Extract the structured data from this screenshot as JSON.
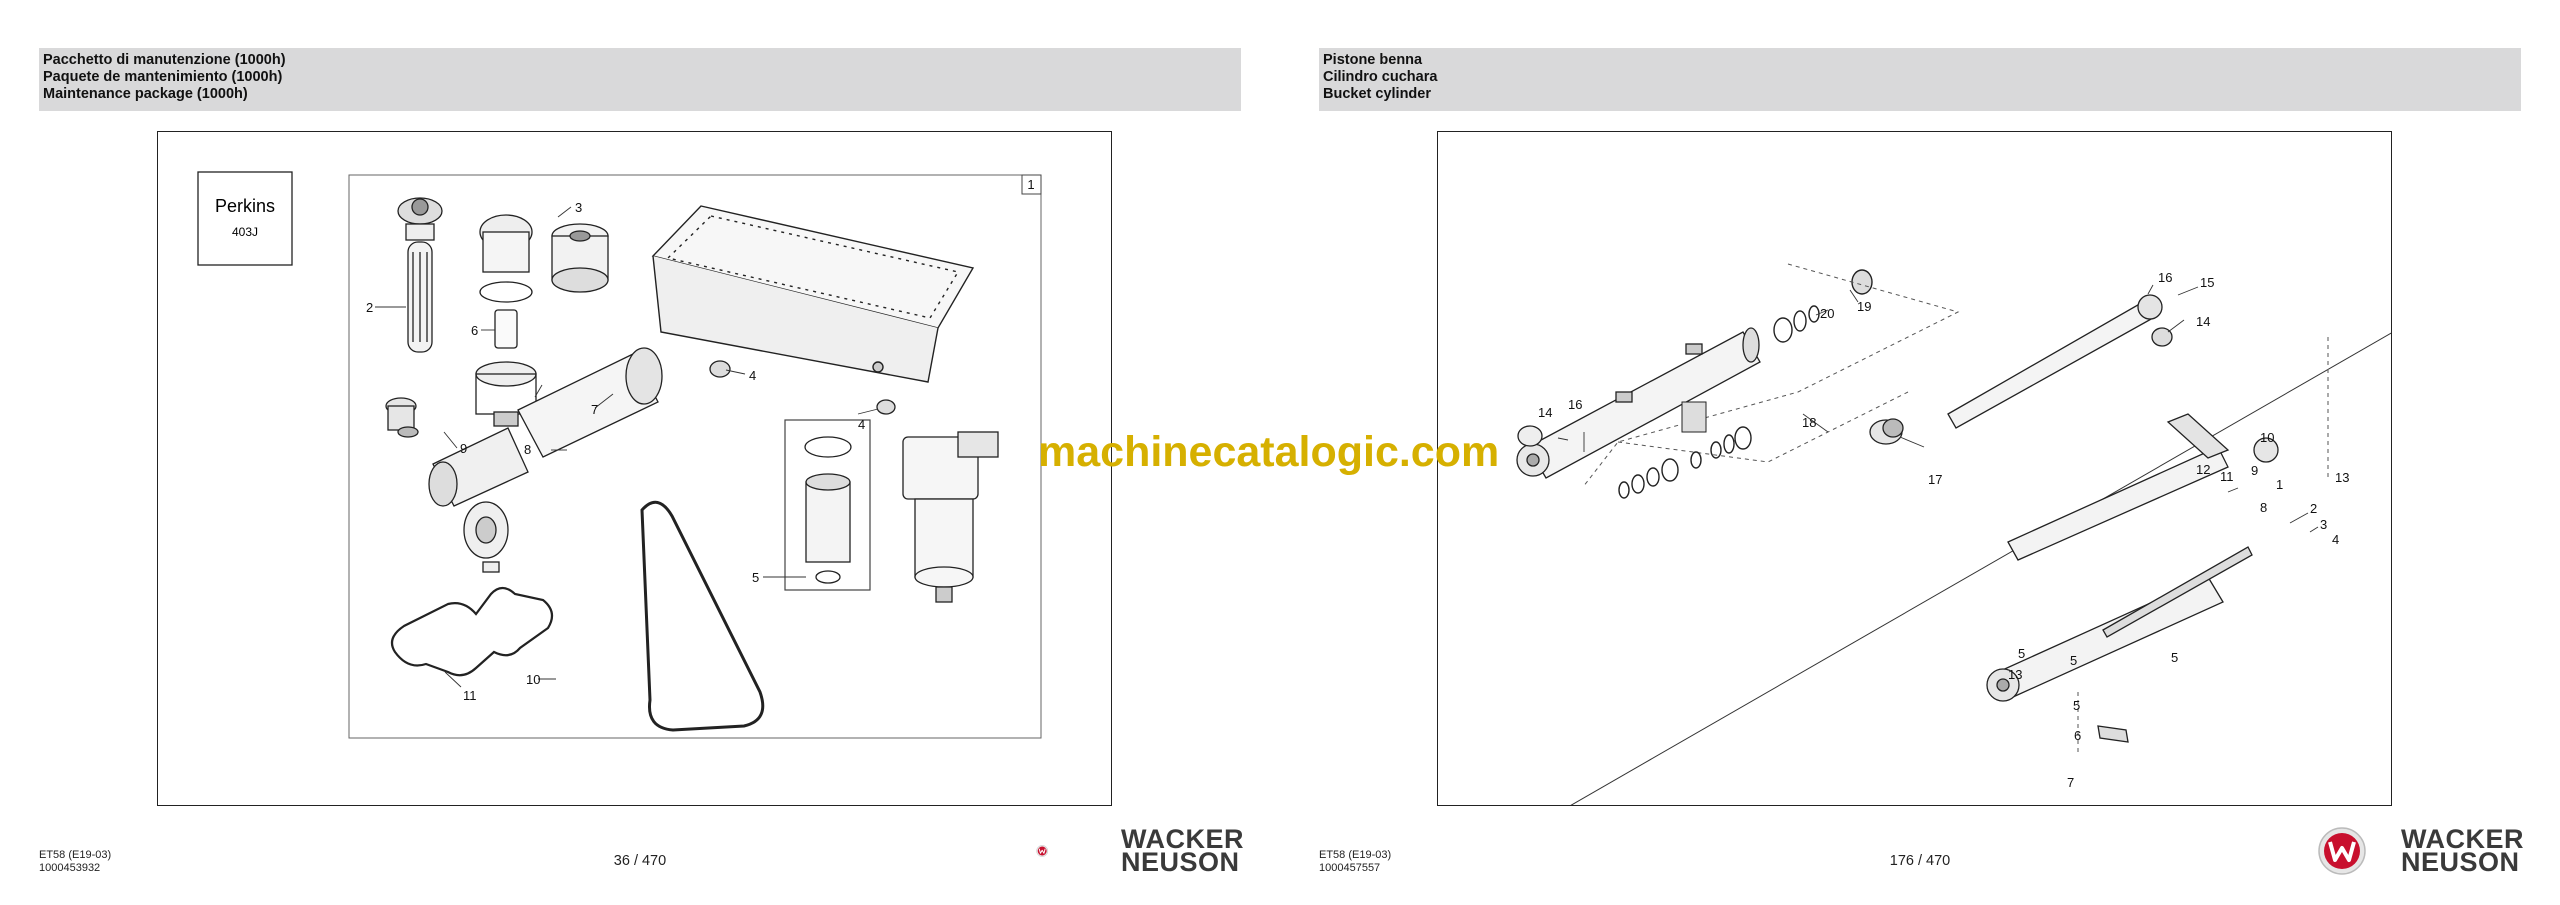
{
  "left_page": {
    "title_it": "Pacchetto di manutenzione (1000h)",
    "title_es": "Paquete de mantenimiento (1000h)",
    "title_en": "Maintenance package (1000h)",
    "engine_brand": "Perkins",
    "engine_model": "403J",
    "figure_number": "1",
    "callouts": [
      "2",
      "3",
      "4",
      "4",
      "5",
      "6",
      "7",
      "8",
      "9",
      "10",
      "11"
    ],
    "doc_code": "ET58 (E19-03)",
    "doc_number": "1000453932",
    "page_number": "36 / 470"
  },
  "right_page": {
    "title_it": "Pistone benna",
    "title_es": "Cilindro cuchara",
    "title_en": "Bucket cylinder",
    "callouts": [
      "1",
      "2",
      "3",
      "4",
      "5",
      "5",
      "5",
      "5",
      "6",
      "7",
      "8",
      "9",
      "10",
      "11",
      "12",
      "13",
      "13",
      "14",
      "14",
      "15",
      "16",
      "16",
      "17",
      "18",
      "19",
      "20"
    ],
    "doc_code": "ET58 (E19-03)",
    "doc_number": "1000457557",
    "page_number": "176 / 470"
  },
  "brand": {
    "line1": "WACKER",
    "line2": "NEUSON",
    "logo_icon": "wacker-neuson-w-logo",
    "accent_color": "#c8102e"
  },
  "watermark": "machinecatalogic.com"
}
